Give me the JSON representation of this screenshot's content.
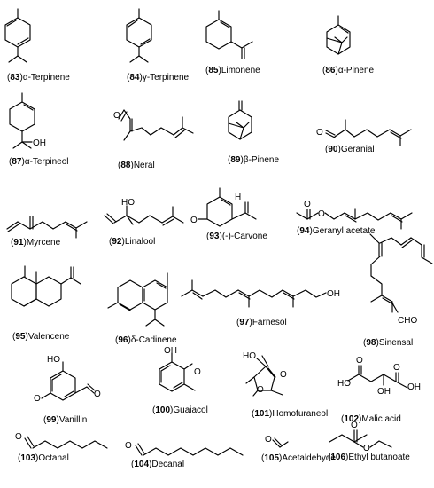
{
  "compounds": [
    {
      "num": "83",
      "name": "α-Terpinene",
      "atoms": []
    },
    {
      "num": "84",
      "name": "γ-Terpinene",
      "atoms": []
    },
    {
      "num": "85",
      "name": "Limonene",
      "atoms": []
    },
    {
      "num": "86",
      "name": "α-Pinene",
      "atoms": []
    },
    {
      "num": "87",
      "name": "α-Terpineol",
      "atoms": [
        "OH"
      ]
    },
    {
      "num": "88",
      "name": "Neral",
      "atoms": [
        "O"
      ]
    },
    {
      "num": "89",
      "name": "β-Pinene",
      "atoms": []
    },
    {
      "num": "90",
      "name": "Geranial",
      "atoms": [
        "O"
      ]
    },
    {
      "num": "91",
      "name": "Myrcene",
      "atoms": []
    },
    {
      "num": "92",
      "name": "Linalool",
      "atoms": [
        "HO"
      ]
    },
    {
      "num": "93",
      "name": "(-)-Carvone",
      "atoms": [
        "O",
        "H"
      ]
    },
    {
      "num": "94",
      "name": "Geranyl acetate",
      "atoms": [
        "O",
        "O"
      ]
    },
    {
      "num": "95",
      "name": "Valencene",
      "atoms": []
    },
    {
      "num": "96",
      "name": "δ-Cadinene",
      "atoms": []
    },
    {
      "num": "97",
      "name": "Farnesol",
      "atoms": [
        "OH"
      ]
    },
    {
      "num": "98",
      "name": "Sinensal",
      "atoms": [
        "CHO"
      ]
    },
    {
      "num": "99",
      "name": "Vanillin",
      "atoms": [
        "HO",
        "O",
        "O"
      ]
    },
    {
      "num": "100",
      "name": "Guaiacol",
      "atoms": [
        "OH",
        "O"
      ]
    },
    {
      "num": "101",
      "name": "Homofuraneol",
      "atoms": [
        "HO",
        "O",
        "O"
      ]
    },
    {
      "num": "102",
      "name": "Malic acid",
      "atoms": [
        "HO",
        "O",
        "O",
        "OH",
        "OH"
      ]
    },
    {
      "num": "103",
      "name": "Octanal",
      "atoms": [
        "O"
      ]
    },
    {
      "num": "104",
      "name": "Decanal",
      "atoms": [
        "O"
      ]
    },
    {
      "num": "105",
      "name": "Acetaldehyde",
      "atoms": [
        "O"
      ]
    },
    {
      "num": "106",
      "name": "Ethyl butanoate",
      "atoms": [
        "O",
        "O"
      ]
    }
  ]
}
